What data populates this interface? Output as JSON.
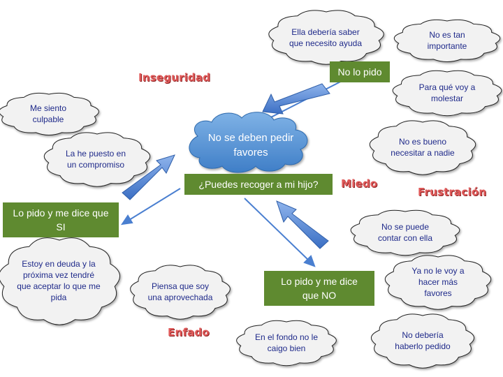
{
  "central": {
    "belief": "No se deben pedir favores",
    "question": "¿Puedes recoger a mi hijo?"
  },
  "outcomes": {
    "dont_ask": "No lo pido",
    "ask_yes": "Lo pido y me dice que SI",
    "ask_no": "Lo pido y me dice que NO"
  },
  "emotions": {
    "insecurity": "Inseguridad",
    "fear": "Miedo",
    "frustration": "Frustración",
    "anger": "Enfado"
  },
  "thoughts": {
    "ella_deberia": "Ella debería saber que necesito ayuda",
    "no_tan_importante": "No es tan importante",
    "para_que_molestar": "Para qué voy a molestar",
    "no_bueno_necesitar": "No es  bueno necesitar a nadie",
    "me_siento_culpable": "Me siento culpable",
    "compromiso": "La he puesto en un compromiso",
    "en_deuda": "Estoy en deuda y la próxima vez tendré que aceptar lo que me pida",
    "aprovechada": "Piensa que soy una aprovechada",
    "no_contar": "No se puede contar con ella",
    "no_mas_favores": "Ya no le voy a hacer más favores",
    "no_caigo_bien": "En el fondo no le caigo bien",
    "no_deberia_pedido": "No debería haberlo pedido"
  },
  "colors": {
    "cloud_fill": "#f2f2f2",
    "cloud_text": "#1f2a8a",
    "central_cloud": "#5b9bd5",
    "box_green": "#5f8a30",
    "arrow_fill": "#4a7fd0",
    "emotion_text": "#e05a5a"
  }
}
